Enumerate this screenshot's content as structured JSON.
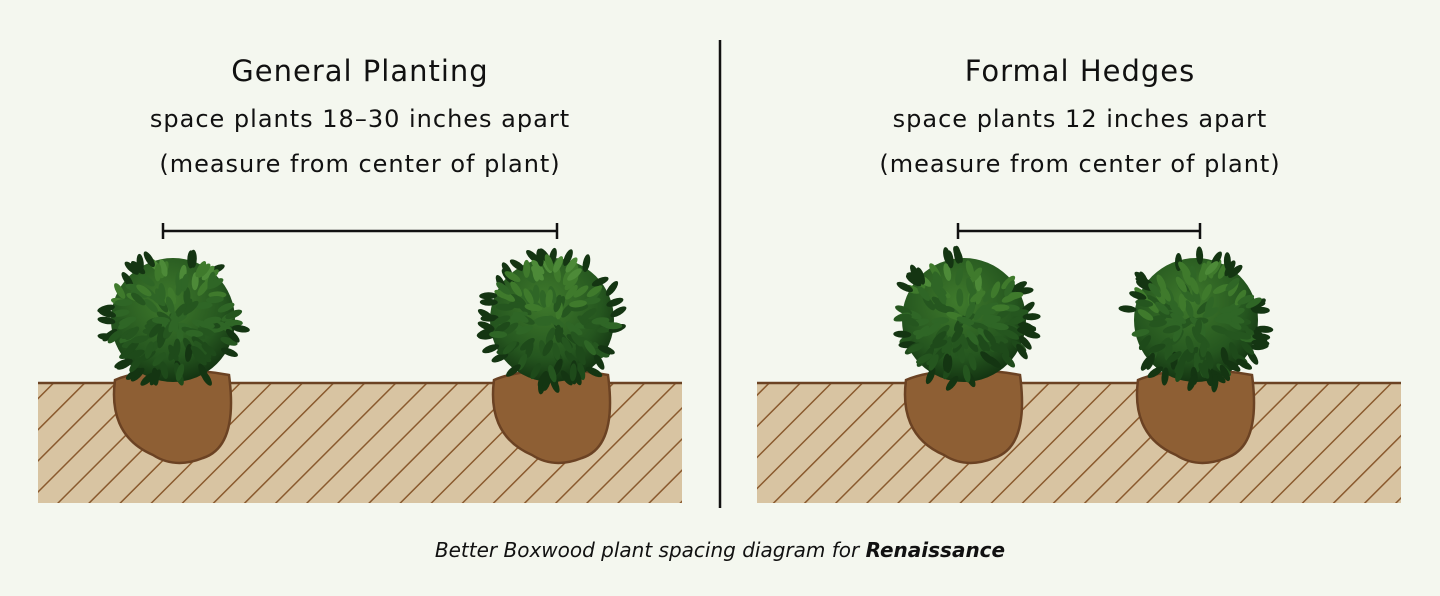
{
  "panels": [
    {
      "title": "General Planting",
      "spacing": "space plants 18–30 inches apart",
      "note": "(measure from center of plant)"
    },
    {
      "title": "Formal Hedges",
      "spacing": "space plants 12 inches apart",
      "note": "(measure from center of plant)"
    }
  ],
  "caption": {
    "prefix": "Better Boxwood plant spacing diagram for ",
    "variety": "Renaissance"
  },
  "colors": {
    "background": "#f4f7ef",
    "soil": "#d8c4a2",
    "hatch": "#8a5a2e",
    "rootball": "#8e5f34",
    "leaf_dark": "#1e4a1a",
    "leaf_light": "#3f7a2c"
  }
}
